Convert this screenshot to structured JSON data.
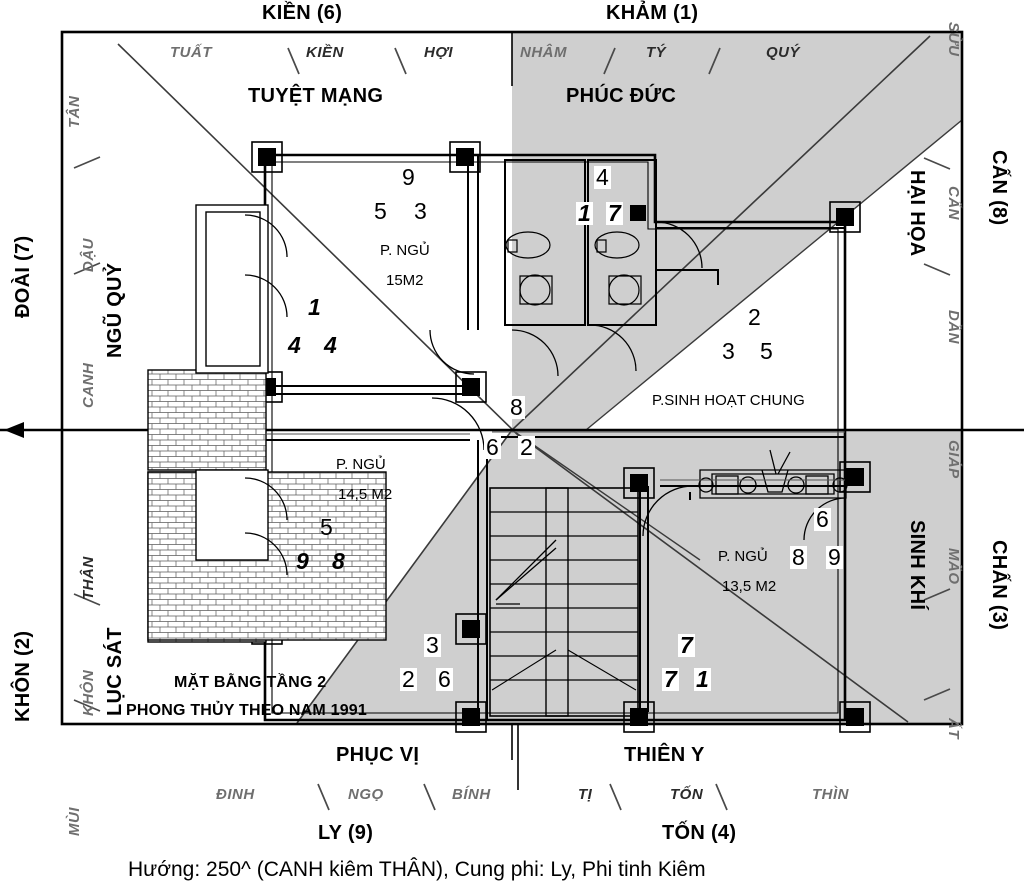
{
  "document": {
    "title_line1": "MẶT BẰNG TẦNG 2",
    "title_line2": "PHONG THỦY THEO NAM 1991",
    "caption": "Hướng: 250^ (CANH kiêm THÂN), Cung phi: Ly, Phi tinh Kiêm"
  },
  "trigrams": {
    "north_top_left": "KIỀN (6)",
    "north_top_right": "KHẢM (1)",
    "east_right_top": "CẤN (8)",
    "east_right_bottom": "CHẤN (3)",
    "south_bottom_left": "LY (9)",
    "south_bottom_right": "TỐN (4)",
    "west_left_top": "ĐOÀI (7)",
    "west_left_bottom": "KHÔN (2)"
  },
  "omens": {
    "top_left": "TUYỆT MẠNG",
    "top_right": "PHÚC ĐỨC",
    "right_top": "HẠI HỌA",
    "right_bottom": "SINH KHÍ",
    "bottom_left": "PHỤC VỊ",
    "bottom_right": "THIÊN Y",
    "left_top": "NGŨ QUỶ",
    "left_bottom": "LỤC SÁT"
  },
  "mountains": {
    "top": [
      "TUẤT",
      "KIỀN",
      "HỢI",
      "NHÂM",
      "TÝ",
      "QUÝ"
    ],
    "right": [
      "SỬU",
      "CẤN",
      "DẦN",
      "GIÁP",
      "MÃO",
      "ẤT"
    ],
    "bottom": [
      "ĐINH",
      "NGỌ",
      "BÍNH",
      "TỊ",
      "TỐN",
      "THÌN"
    ],
    "left": [
      "TÂN",
      "DẬU",
      "CANH",
      "THÂN",
      "KHÔN",
      "MÙI"
    ]
  },
  "rooms": [
    {
      "name": "P. NGỦ",
      "area": "15M2",
      "stars": {
        "mountain": "9",
        "water": "5",
        "base": "3"
      }
    },
    {
      "name": "P. NGỦ",
      "area": "14,5 M2",
      "stars": {
        "mountain": "5",
        "water": "9",
        "base": "8"
      }
    },
    {
      "name": "P. NGỦ",
      "area": "13,5 M2",
      "stars": {
        "mountain": "6",
        "water": "8",
        "base": "9"
      }
    },
    {
      "name": "P.SINH HOẠT CHUNG",
      "area": "",
      "stars": {
        "mountain": "2",
        "water": "3",
        "base": "5"
      }
    }
  ],
  "star_groups": [
    {
      "id": "nw",
      "mountain": "1",
      "water": "4",
      "base": "4",
      "italic": true
    },
    {
      "id": "n",
      "mountain": "9",
      "water": "5",
      "base": "3",
      "italic": false
    },
    {
      "id": "ne",
      "mountain": "4",
      "water": "1",
      "base": "7",
      "italic": true
    },
    {
      "id": "e",
      "mountain": "2",
      "water": "3",
      "base": "5",
      "italic": false
    },
    {
      "id": "c",
      "mountain": "8",
      "water": "6",
      "base": "2",
      "italic": false
    },
    {
      "id": "w",
      "mountain": "5",
      "water": "9",
      "base": "8",
      "italic": false
    },
    {
      "id": "se",
      "mountain": "6",
      "water": "8",
      "base": "9",
      "italic": false
    },
    {
      "id": "sw",
      "mountain": "3",
      "water": "2",
      "base": "6",
      "italic": false
    },
    {
      "id": "s",
      "mountain": "7",
      "water": "7",
      "base": "1",
      "italic": true
    }
  ],
  "colors": {
    "sector_shade": "#cfcfcf",
    "line": "#000000",
    "mountain_text": "#6f6f6f"
  },
  "direction_arrow": {
    "label": "",
    "points_to": "left"
  }
}
